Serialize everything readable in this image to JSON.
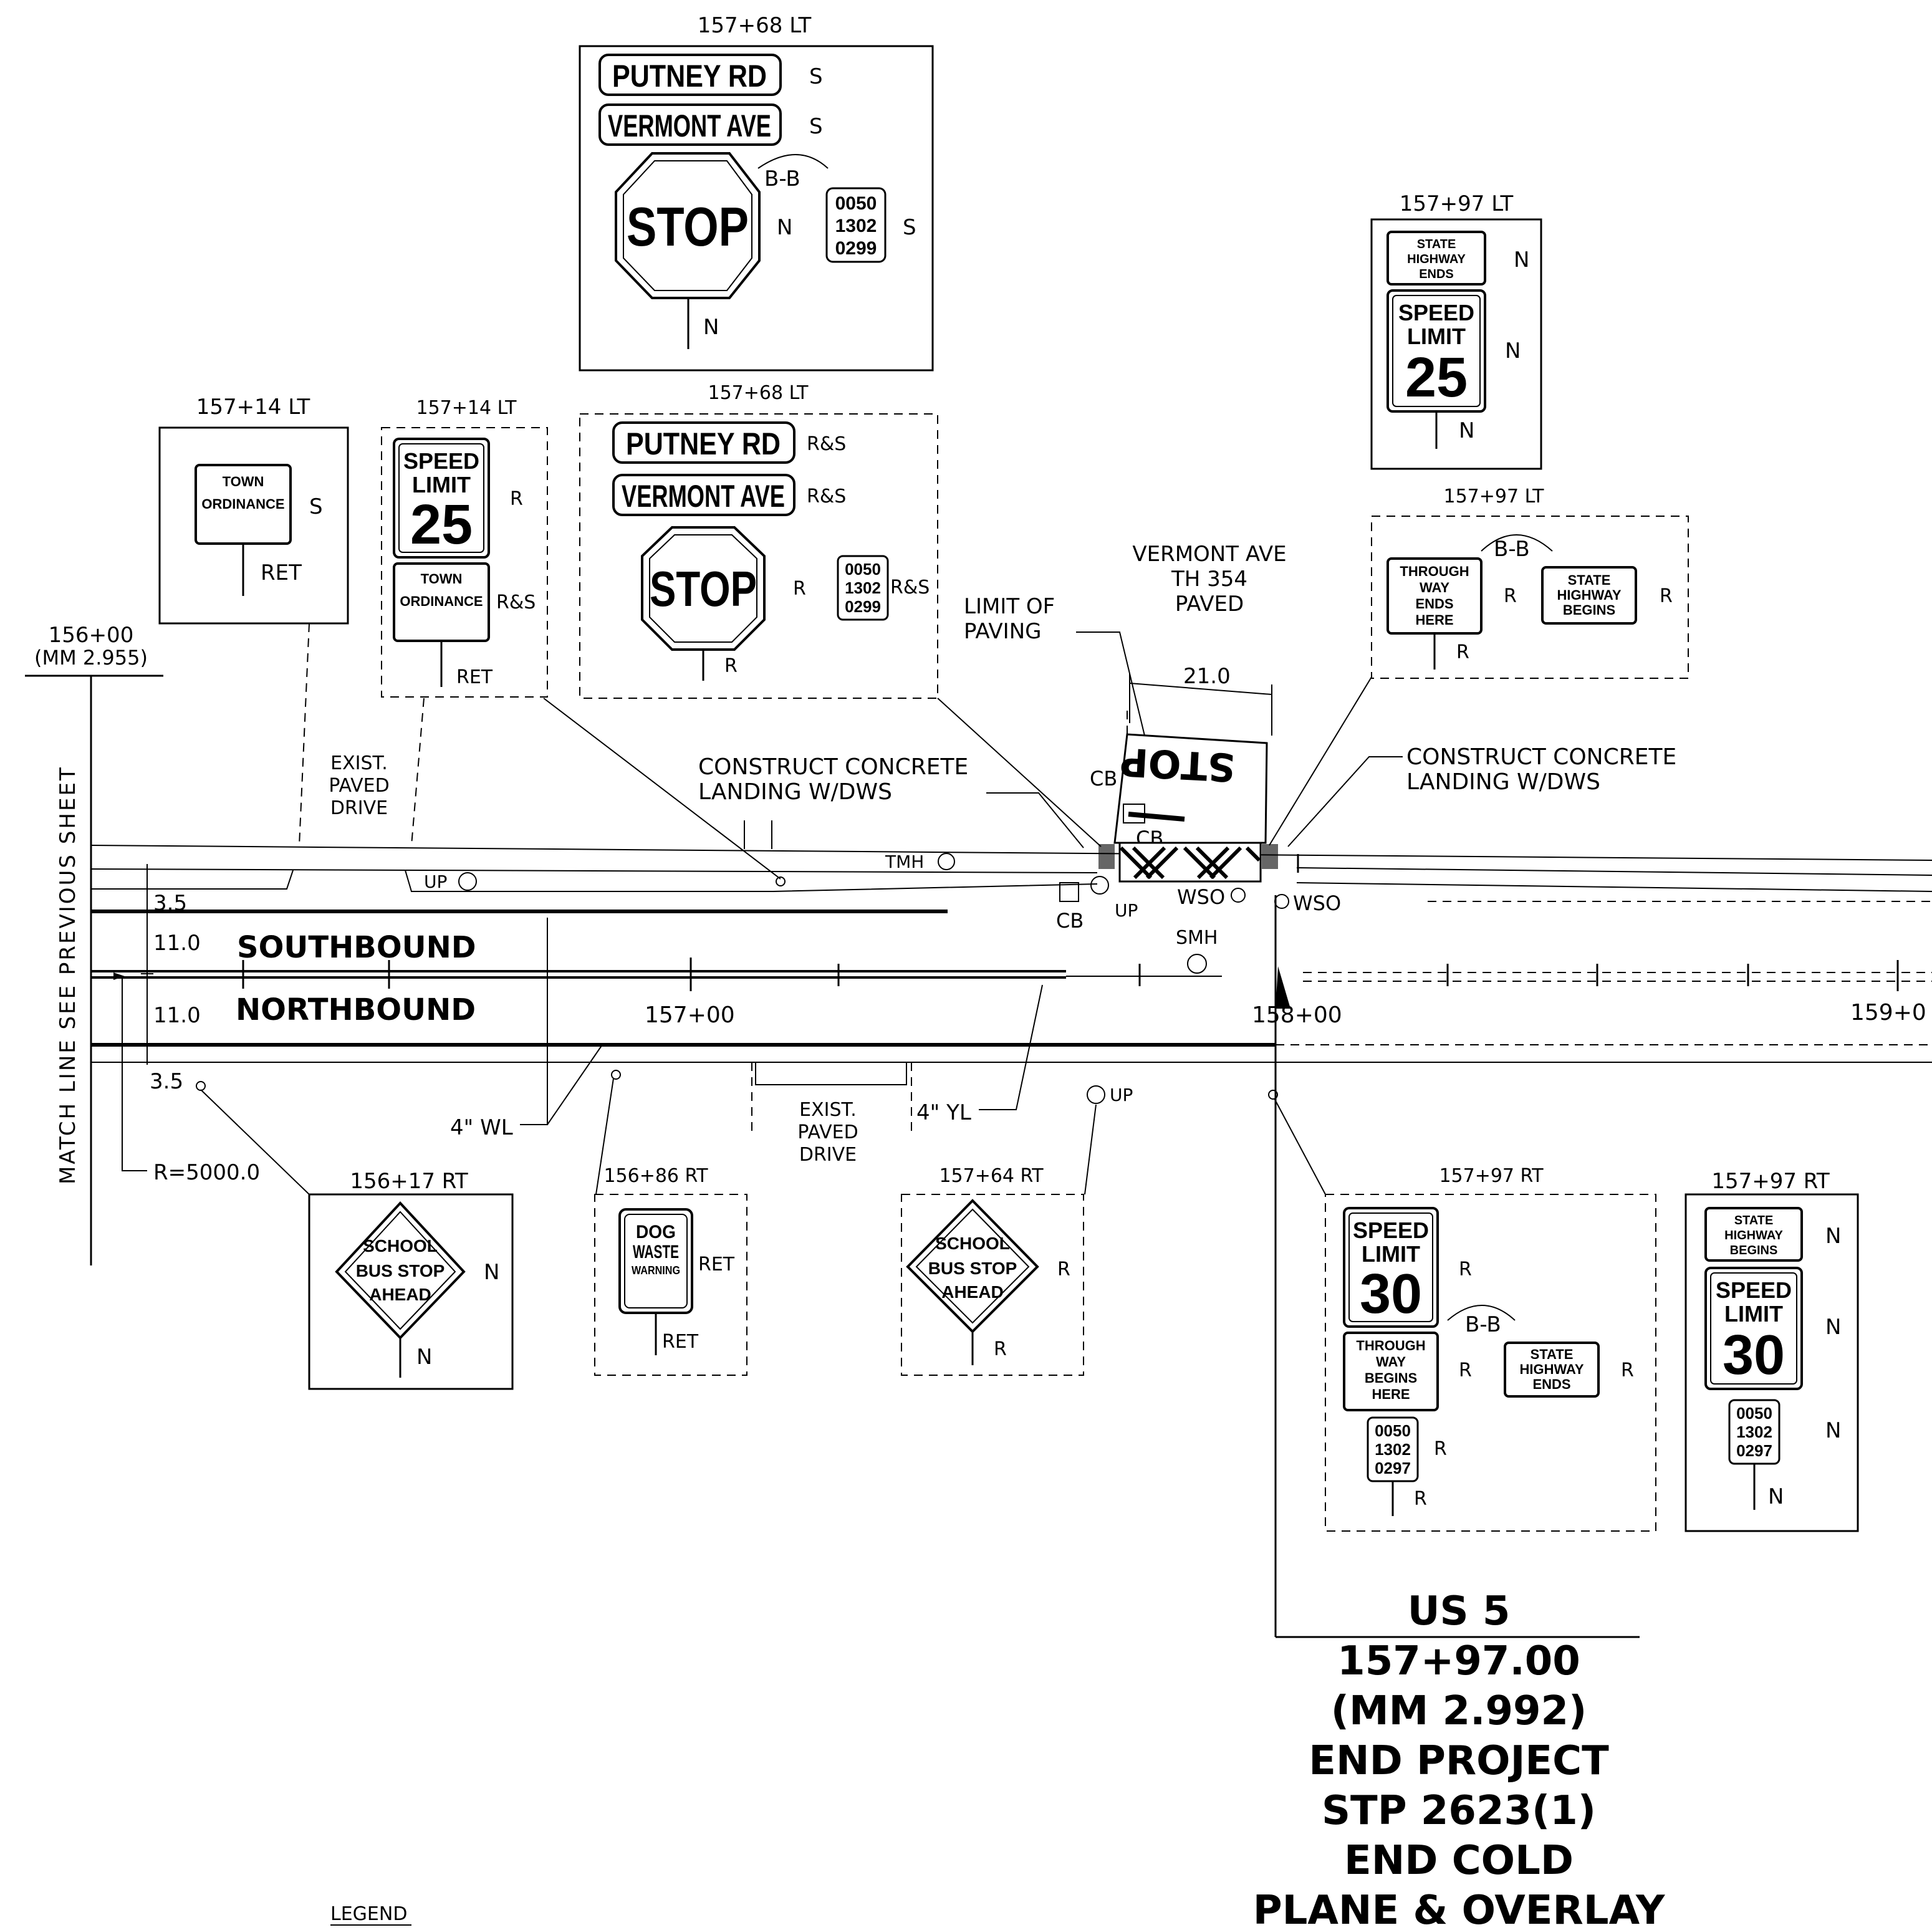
{
  "match_line": {
    "label": "MATCH LINE SEE PREVIOUS SHEET",
    "station": "156+00",
    "milemarker": "(MM 2.955)"
  },
  "lanes": {
    "southbound": "SOUTHBOUND",
    "northbound": "NORTHBOUND",
    "dims": [
      "3.5",
      "11.0",
      "11.0",
      "3.5"
    ]
  },
  "stations": [
    "157+00",
    "158+00",
    "159+0"
  ],
  "road_labels": {
    "wl": "4\" WL",
    "yl": "4\" YL",
    "radius": "R=5000.0",
    "tmh": "TMH",
    "smh": "SMH",
    "wso": "WSO",
    "up": "UP",
    "cb": "CB",
    "exist_drive": [
      "EXIST.",
      "PAVED",
      "DRIVE"
    ],
    "landing": [
      "CONSTRUCT CONCRETE",
      "LANDING W/DWS"
    ],
    "limit_paving": [
      "LIMIT OF",
      "PAVING"
    ],
    "vermont": [
      "VERMONT AVE",
      "TH 354",
      "PAVED"
    ],
    "width": "21.0",
    "stop_pavement": "STOP"
  },
  "signs": {
    "s1": {
      "station": "157+68 LT",
      "street1": "PUTNEY RD",
      "street2": "VERMONT AVE",
      "stop": "STOP",
      "bb": "B-B",
      "tag": [
        "0050",
        "1302",
        "0299"
      ],
      "code_street1": "S",
      "code_street2": "S",
      "code_stop": "N",
      "code_tag": "S",
      "code_post": "N"
    },
    "s2": {
      "station": "157+97 LT",
      "top": [
        "STATE",
        "HIGHWAY",
        "ENDS"
      ],
      "speed": [
        "SPEED",
        "LIMIT"
      ],
      "num": "25",
      "code_top": "N",
      "code_speed": "N",
      "code_post": "N"
    },
    "s3": {
      "station": "157+14 LT",
      "text": [
        "TOWN",
        "ORDINANCE"
      ],
      "code": "S",
      "code_post": "RET"
    },
    "s4": {
      "station": "157+14 LT",
      "speed": [
        "SPEED",
        "LIMIT"
      ],
      "num": "25",
      "ord": [
        "TOWN",
        "ORDINANCE"
      ],
      "code_speed": "R",
      "code_ord": "R&S",
      "code_post": "RET"
    },
    "s5": {
      "station": "157+68 LT",
      "street1": "PUTNEY RD",
      "street2": "VERMONT AVE",
      "stop": "STOP",
      "tag": [
        "0050",
        "1302",
        "0299"
      ],
      "code_street1": "R&S",
      "code_street2": "R&S",
      "code_stop": "R",
      "code_tag": "R&S",
      "code_post": "R"
    },
    "s6": {
      "station": "157+97 LT",
      "left": [
        "THROUGH",
        "WAY",
        "ENDS",
        "HERE"
      ],
      "right": [
        "STATE",
        "HIGHWAY",
        "BEGINS"
      ],
      "bb": "B-B",
      "code_left": "R",
      "code_right": "R",
      "code_post": "R"
    },
    "s7": {
      "station": "156+17 RT",
      "text": [
        "SCHOOL",
        "BUS STOP",
        "AHEAD"
      ],
      "code": "N",
      "code_post": "N"
    },
    "s8": {
      "station": "156+86 RT",
      "text": [
        "DOG",
        "WASTE",
        "WARNING"
      ],
      "code": "RET",
      "code_post": "RET"
    },
    "s9": {
      "station": "157+64 RT",
      "text": [
        "SCHOOL",
        "BUS STOP",
        "AHEAD"
      ],
      "code": "R",
      "code_post": "R"
    },
    "s10": {
      "station": "157+97 RT",
      "speed": [
        "SPEED",
        "LIMIT"
      ],
      "num": "30",
      "left": [
        "THROUGH",
        "WAY",
        "BEGINS",
        "HERE"
      ],
      "right": [
        "STATE",
        "HIGHWAY",
        "ENDS"
      ],
      "bb": "B-B",
      "tag": [
        "0050",
        "1302",
        "0297"
      ],
      "code_speed": "R",
      "code_left": "R",
      "code_right": "R",
      "code_tag": "R",
      "code_post": "R"
    },
    "s11": {
      "station": "157+97 RT",
      "top": [
        "STATE",
        "HIGHWAY",
        "BEGINS"
      ],
      "speed": [
        "SPEED",
        "LIMIT"
      ],
      "num": "30",
      "tag": [
        "0050",
        "1302",
        "0297"
      ],
      "code_top": "N",
      "code_speed": "N",
      "code_tag": "N",
      "code_post": "N"
    }
  },
  "project_end": [
    "US 5",
    "157+97.00",
    "(MM 2.992)",
    "END PROJECT",
    "STP 2623(1)",
    "END COLD",
    "PLANE & OVERLAY"
  ],
  "legend": "LEGEND"
}
